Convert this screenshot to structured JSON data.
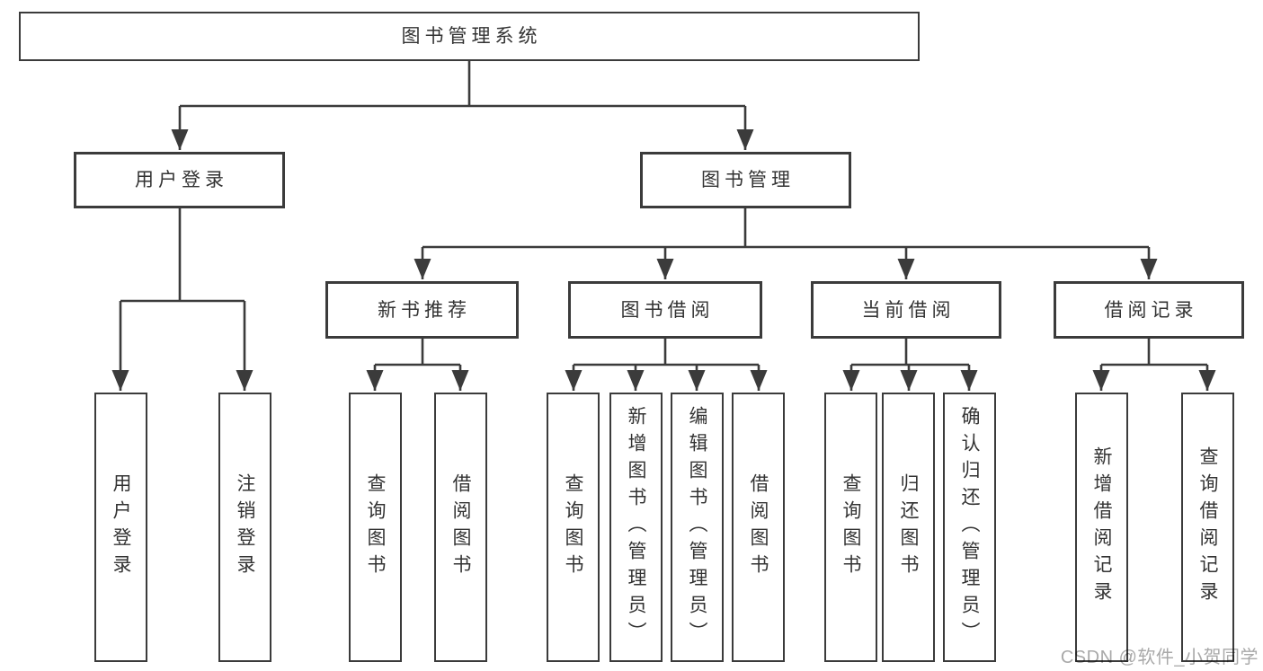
{
  "tree": {
    "root": "图书管理系统",
    "level2": [
      "用户登录",
      "图书管理"
    ],
    "level3": [
      "新书推荐",
      "图书借阅",
      "当前借阅",
      "借阅记录"
    ],
    "leaves": {
      "user_login": [
        "用户登录",
        "注销登录"
      ],
      "new_book_recommend": [
        "查询图书",
        "借阅图书"
      ],
      "book_borrow": [
        "查询图书",
        "新增图书（管理员）",
        "编辑图书（管理员）",
        "借阅图书"
      ],
      "current_borrow": [
        "查询图书",
        "归还图书",
        "确认归还（管理员）"
      ],
      "borrow_records": [
        "新增借阅记录",
        "查询借阅记录"
      ]
    }
  },
  "watermark": {
    "text": "CSDN @软件_小贺同学"
  },
  "colors": {
    "line": "#3b3b3b",
    "text": "#333333",
    "watermark": "#a9a9a9",
    "background": "#ffffff"
  }
}
